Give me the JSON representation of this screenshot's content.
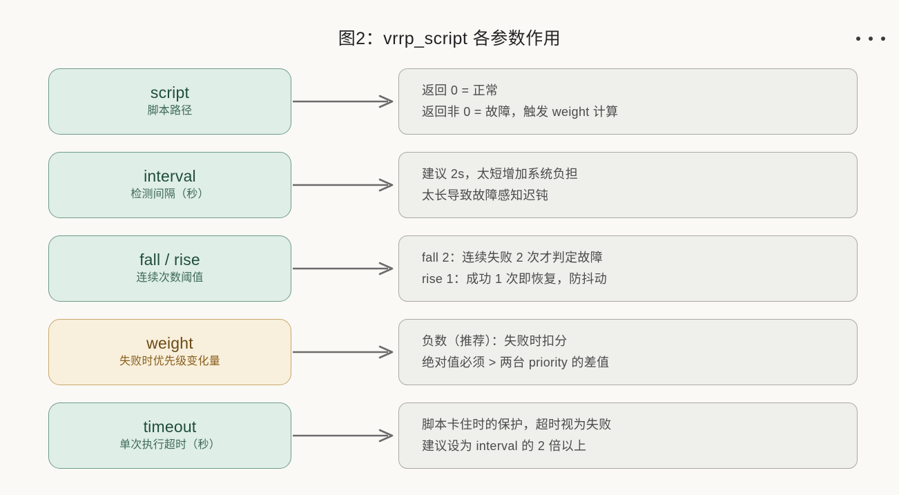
{
  "header": {
    "title": "图2：vrrp_script 各参数作用",
    "overflow_menu_label": "更多",
    "overflow_icon": "ellipsis-icon"
  },
  "theme": {
    "background": "#faf9f6",
    "box_fill": "#dfeee7",
    "box_border": "#6e9c87",
    "box_text": "#1f4d3a",
    "highlight_fill": "#f8efdc",
    "highlight_border": "#c8a86b",
    "highlight_text": "#6b4a14",
    "note_fill": "#efefec",
    "note_border": "#a9a9a4",
    "note_text": "#4b4b4b",
    "arrow": "#6b6b6b"
  },
  "rows": [
    {
      "param": "script",
      "param_desc": "脚本路径",
      "highlight": false,
      "arrow_icon": "arrow-right-icon",
      "notes": [
        "返回 0 = 正常",
        "返回非 0 = 故障，触发 weight 计算"
      ]
    },
    {
      "param": "interval",
      "param_desc": "检测间隔（秒）",
      "highlight": false,
      "arrow_icon": "arrow-right-icon",
      "notes": [
        "建议 2s，太短增加系统负担",
        "太长导致故障感知迟钝"
      ]
    },
    {
      "param": "fall / rise",
      "param_desc": "连续次数阈值",
      "highlight": false,
      "arrow_icon": "arrow-right-icon",
      "notes": [
        "fall 2：连续失败 2 次才判定故障",
        "rise 1：成功 1 次即恢复，防抖动"
      ]
    },
    {
      "param": "weight",
      "param_desc": "失败时优先级变化量",
      "highlight": true,
      "arrow_icon": "arrow-right-icon",
      "notes": [
        "负数（推荐）：失败时扣分",
        "绝对值必须 > 两台 priority 的差值"
      ]
    },
    {
      "param": "timeout",
      "param_desc": "单次执行超时（秒）",
      "highlight": false,
      "arrow_icon": "arrow-right-icon",
      "notes": [
        "脚本卡住时的保护，超时视为失败",
        "建议设为 interval 的 2 倍以上"
      ]
    }
  ]
}
